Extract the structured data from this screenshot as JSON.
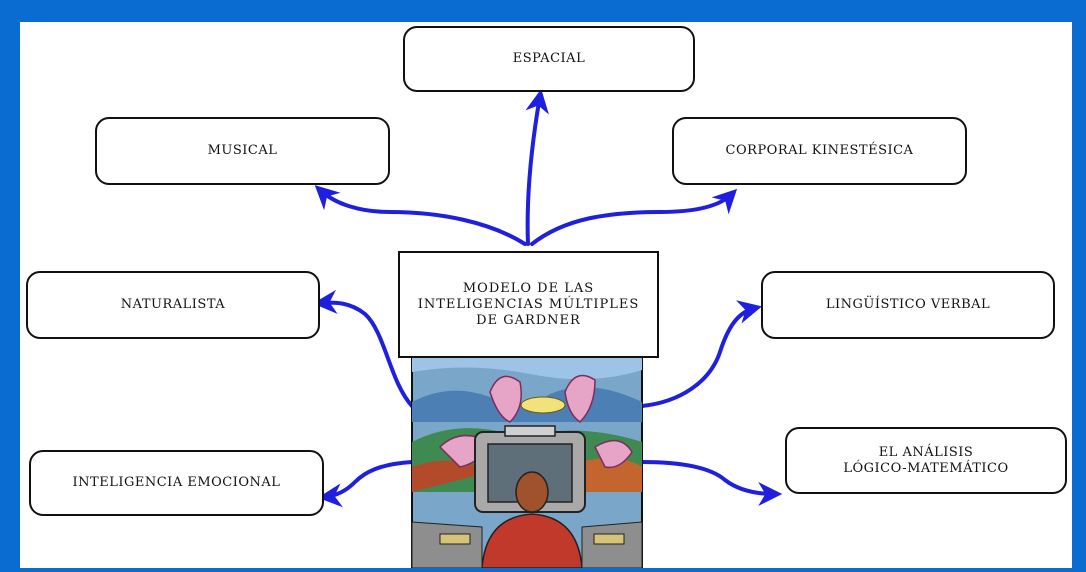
{
  "center": {
    "line1": "MODELO DE LAS",
    "line2": "INTELIGENCIAS MÚLTIPLES",
    "line3": "DE GARDNER"
  },
  "nodes": {
    "espacial": "ESPACIAL",
    "musical": "MUSICAL",
    "corporal": "CORPORAL KINESTÉSICA",
    "naturalista": "NATURALISTA",
    "linguistico": "LINGÜÍSTICO VERBAL",
    "emocional": "INTELIGENCIA EMOCIONAL",
    "logico_line1": "EL ANÁLISIS",
    "logico_line2": "LÓGICO-MATEMÁTICO"
  },
  "colors": {
    "frame": "#0a6bd0",
    "arrow": "#1f1fe0",
    "box_border": "#111111"
  }
}
